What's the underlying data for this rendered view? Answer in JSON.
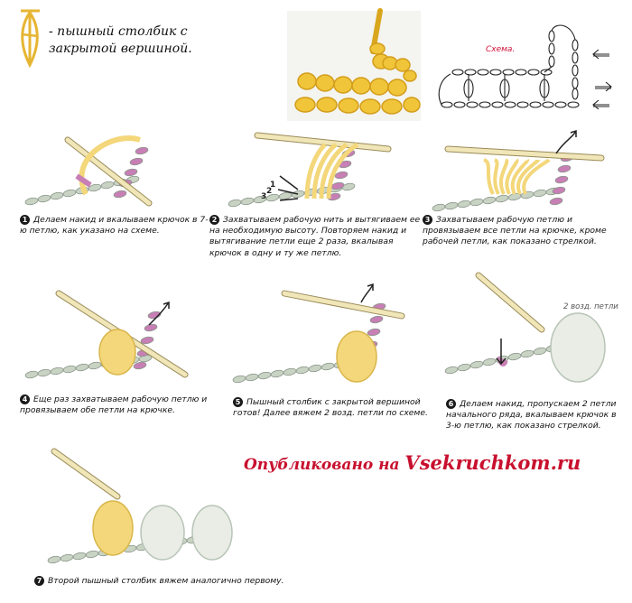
{
  "header": {
    "title": "- пышный столбик с закрытой вершиной.",
    "schema_label": "Схема."
  },
  "steps": [
    {
      "num": "1",
      "text": "Делаем накид и вкалываем крючок в 7-ю петлю, как указано на схеме."
    },
    {
      "num": "2",
      "text": "Захватываем рабочую нить и вытягиваем ее на необходимую высоту. Повторяем накид и вытягивание петли еще 2 раза, вкалывая крючок в одну и ту же петлю."
    },
    {
      "num": "3",
      "text": "Захватываем рабочую петлю и провязываем все петли на крючке, кроме рабочей петли, как показано стрелкой."
    },
    {
      "num": "4",
      "text": "Еще раз захватываем рабочую петлю и провязываем обе петли на крючке."
    },
    {
      "num": "5",
      "text": "Пышный столбик с закрытой вершиной готов! Далее вяжем 2 возд. петли по схеме."
    },
    {
      "num": "6",
      "text": "Делаем накид, пропускаем 2 петли начального ряда, вкалываем крючок в 3-ю петлю, как показано стрелкой."
    },
    {
      "num": "7",
      "text": "Второй пышный столбик вяжем аналогично первому."
    }
  ],
  "labels": {
    "loops_note": "2 возд. петли",
    "n1": "1",
    "n2": "2",
    "n3": "3"
  },
  "credit": {
    "prefix": "Опубликовано на ",
    "site": "Vsekruchkom.ru"
  },
  "colors": {
    "yarn": "#f3d77a",
    "yarn_dark": "#d9b64a",
    "chain": "#c9d3c4",
    "pink": "#c77fb5",
    "hook": "#f0e6b8",
    "accent": "#c8102e"
  }
}
